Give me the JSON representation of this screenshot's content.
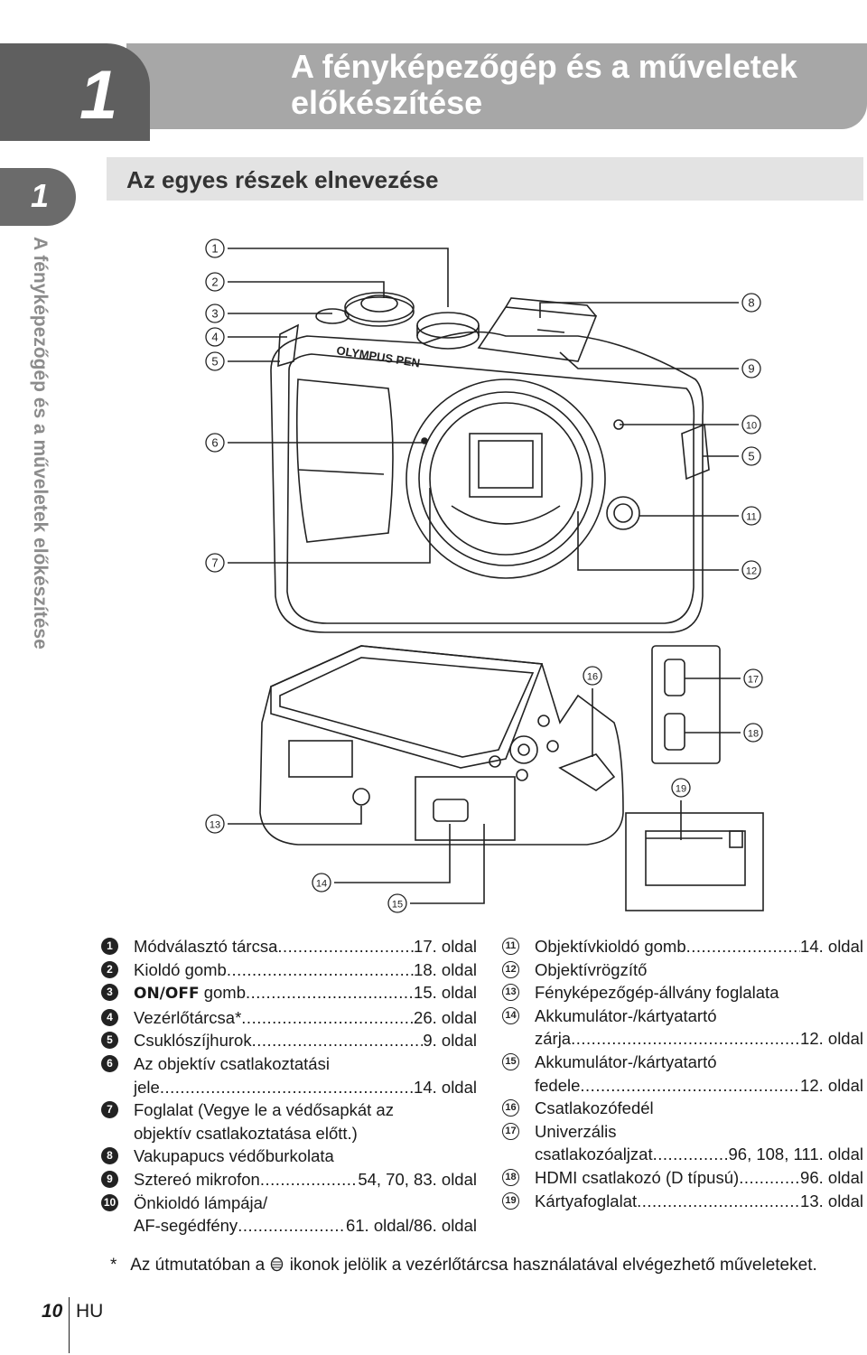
{
  "header": {
    "chapter_number": "1",
    "title_line1": "A fényképezőgép és a műveletek",
    "title_line2": "előkészítése"
  },
  "side": {
    "tab_number": "1",
    "vertical_text": "A fényképezőgép és a műveletek előkészítése"
  },
  "section": {
    "title": "Az egyes részek elnevezése"
  },
  "figure": {
    "callouts": [
      "1",
      "2",
      "3",
      "4",
      "5",
      "6",
      "7",
      "8",
      "9",
      "10",
      "5",
      "11",
      "12",
      "13",
      "14",
      "15",
      "16",
      "17",
      "18",
      "19"
    ],
    "brand": "OLYMPUS PEN"
  },
  "parts_left": [
    {
      "num": "1",
      "label": "Módválasztó tárcsa",
      "page": "17. oldal"
    },
    {
      "num": "2",
      "label": "Kioldó gomb",
      "page": "18. oldal"
    },
    {
      "num": "3",
      "label_bold": "ON/OFF",
      "label": " gomb",
      "page": "15. oldal"
    },
    {
      "num": "4",
      "label": "Vezérlőtárcsa*",
      "page": "26. oldal"
    },
    {
      "num": "5",
      "label": "Csuklószíjhurok",
      "page": "9. oldal"
    },
    {
      "num": "6",
      "label": "Az objektív csatlakoztatási",
      "label2": "jele",
      "page": "14. oldal"
    },
    {
      "num": "7",
      "label": "Foglalat (Vegye le a védősapkát az",
      "label2": "objektív csatlakoztatása előtt.)"
    },
    {
      "num": "8",
      "label": "Vakupapucs védőburkolata"
    },
    {
      "num": "9",
      "label": "Sztereó mikrofon",
      "page": "54, 70, 83. oldal"
    },
    {
      "num": "10",
      "label": "Önkioldó lámpája/",
      "label2": "AF-segédfény",
      "page": "61. oldal/86. oldal"
    }
  ],
  "parts_right": [
    {
      "num": "11",
      "label": "Objektívkioldó gomb",
      "page": "14. oldal"
    },
    {
      "num": "12",
      "label": "Objektívrögzítő"
    },
    {
      "num": "13",
      "label": "Fényképezőgép-állvány foglalata"
    },
    {
      "num": "14",
      "label": "Akkumulátor-/kártyatartó",
      "label2": "zárja",
      "page": "12. oldal"
    },
    {
      "num": "15",
      "label": "Akkumulátor-/kártyatartó",
      "label2": "fedele",
      "page": "12. oldal"
    },
    {
      "num": "16",
      "label": "Csatlakozófedél"
    },
    {
      "num": "17",
      "label": "Univerzális",
      "label2": "csatlakozóaljzat",
      "page": "96, 108, 111. oldal"
    },
    {
      "num": "18",
      "label": "HDMI csatlakozó (D típusú)",
      "page": "96. oldal"
    },
    {
      "num": "19",
      "label": "Kártyafoglalat",
      "page": "13. oldal"
    }
  ],
  "footnote": {
    "star": "*",
    "before": "Az útmutatóban a",
    "after": "ikonok jelölik a vezérlőtárcsa használatával elvégezhető műveleteket."
  },
  "footer": {
    "page_number": "10",
    "language": "HU"
  }
}
